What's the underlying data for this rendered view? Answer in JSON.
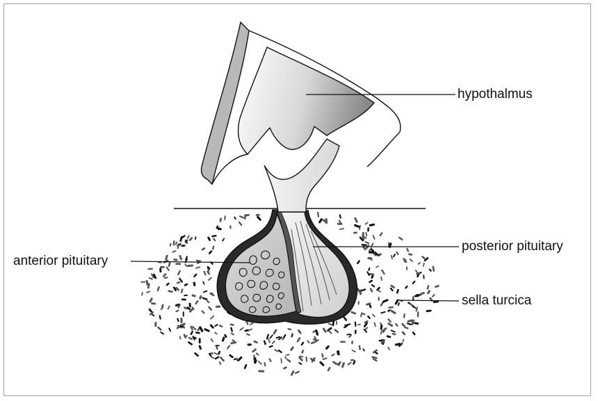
{
  "labels": {
    "hypothalamus": "hypothalmus",
    "posterior": "posterior pituitary",
    "anterior": "anterior pituitary",
    "sella": "sella turcica"
  },
  "colors": {
    "outline": "#111111",
    "shading_dark": "#8a8a8a",
    "shading_light": "#ffffff",
    "anterior_fill": "#c9c9c9",
    "posterior_fill": "#e6e6e6",
    "capsule": "#2a2a2a"
  }
}
